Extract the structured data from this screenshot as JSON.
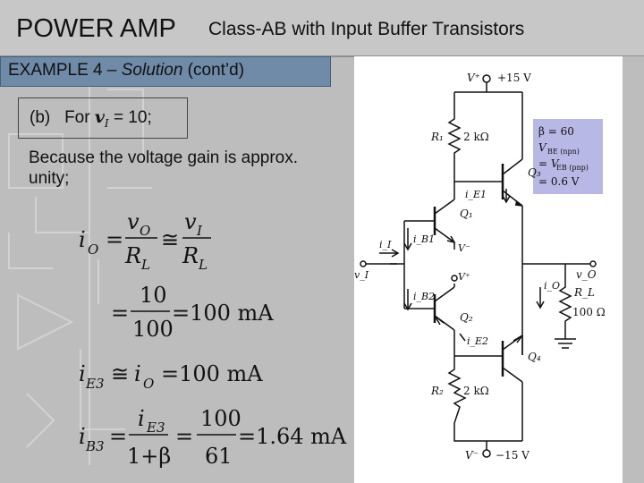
{
  "title": {
    "main": "POWER AMP",
    "sub": "Class-AB with Input Buffer Transistors"
  },
  "example": {
    "prefix": "EXAMPLE 4 – ",
    "italic": "Solution",
    "suffix": " (cont’d)"
  },
  "part": {
    "label": "(b)",
    "text": "For",
    "var": "v",
    "var_sub": "I",
    "value": "= 10;"
  },
  "statement": "Because the voltage gain is approx. unity;",
  "equations": {
    "eq1": {
      "lhs": "i",
      "lhs_sub": "O",
      "op1": "=",
      "num1": "v",
      "num1_sub": "O",
      "den1": "R",
      "den1_sub": "L",
      "op2": "≅",
      "num2": "v",
      "num2_sub": "I",
      "den2": "R",
      "den2_sub": "L"
    },
    "eq2": {
      "op": "=",
      "num": "10",
      "den": "100",
      "result": "=100 mA"
    },
    "eq3": {
      "lhs": "i",
      "lhs_sub": "E3",
      "op": "≅",
      "mid": "i",
      "mid_sub": "O",
      "result": "=100 mA"
    },
    "eq4": {
      "lhs": "i",
      "lhs_sub": "B3",
      "op": "=",
      "num1": "i",
      "num1_sub": "E3",
      "den1": "1+β",
      "op2": "=",
      "num2": "100",
      "den2": "61",
      "result": "=1.64 mA"
    }
  },
  "circuit": {
    "vplus_supply": "V⁺",
    "vplus_value": "+15 V",
    "vminus_supply": "V⁻",
    "vminus_value": "−15 V",
    "r1": "R₁",
    "r1_value": "2 kΩ",
    "r2": "R₂",
    "r2_value": "2 kΩ",
    "rl": "R_L",
    "rl_value": "100 Ω",
    "q1": "Q₁",
    "q2": "Q₂",
    "q3": "Q₃",
    "q4": "Q₄",
    "ie1": "i_E1",
    "ie2": "i_E2",
    "ib1": "i_B1",
    "ib2": "i_B2",
    "ii": "i_I",
    "vi": "v_I",
    "vo": "v_O",
    "io": "i_O",
    "vminus_q1": "V⁻",
    "vplus_q2": "V⁺",
    "params": {
      "beta": "β = 60",
      "vbe_npn_a": "V",
      "vbe_npn_b": "BE (npn)",
      "veb_pnp_a": "= V",
      "veb_pnp_b": "EB (pnp)",
      "vbe_value": "= 0.6 V"
    },
    "param_box_color": "#b8b8e6"
  }
}
